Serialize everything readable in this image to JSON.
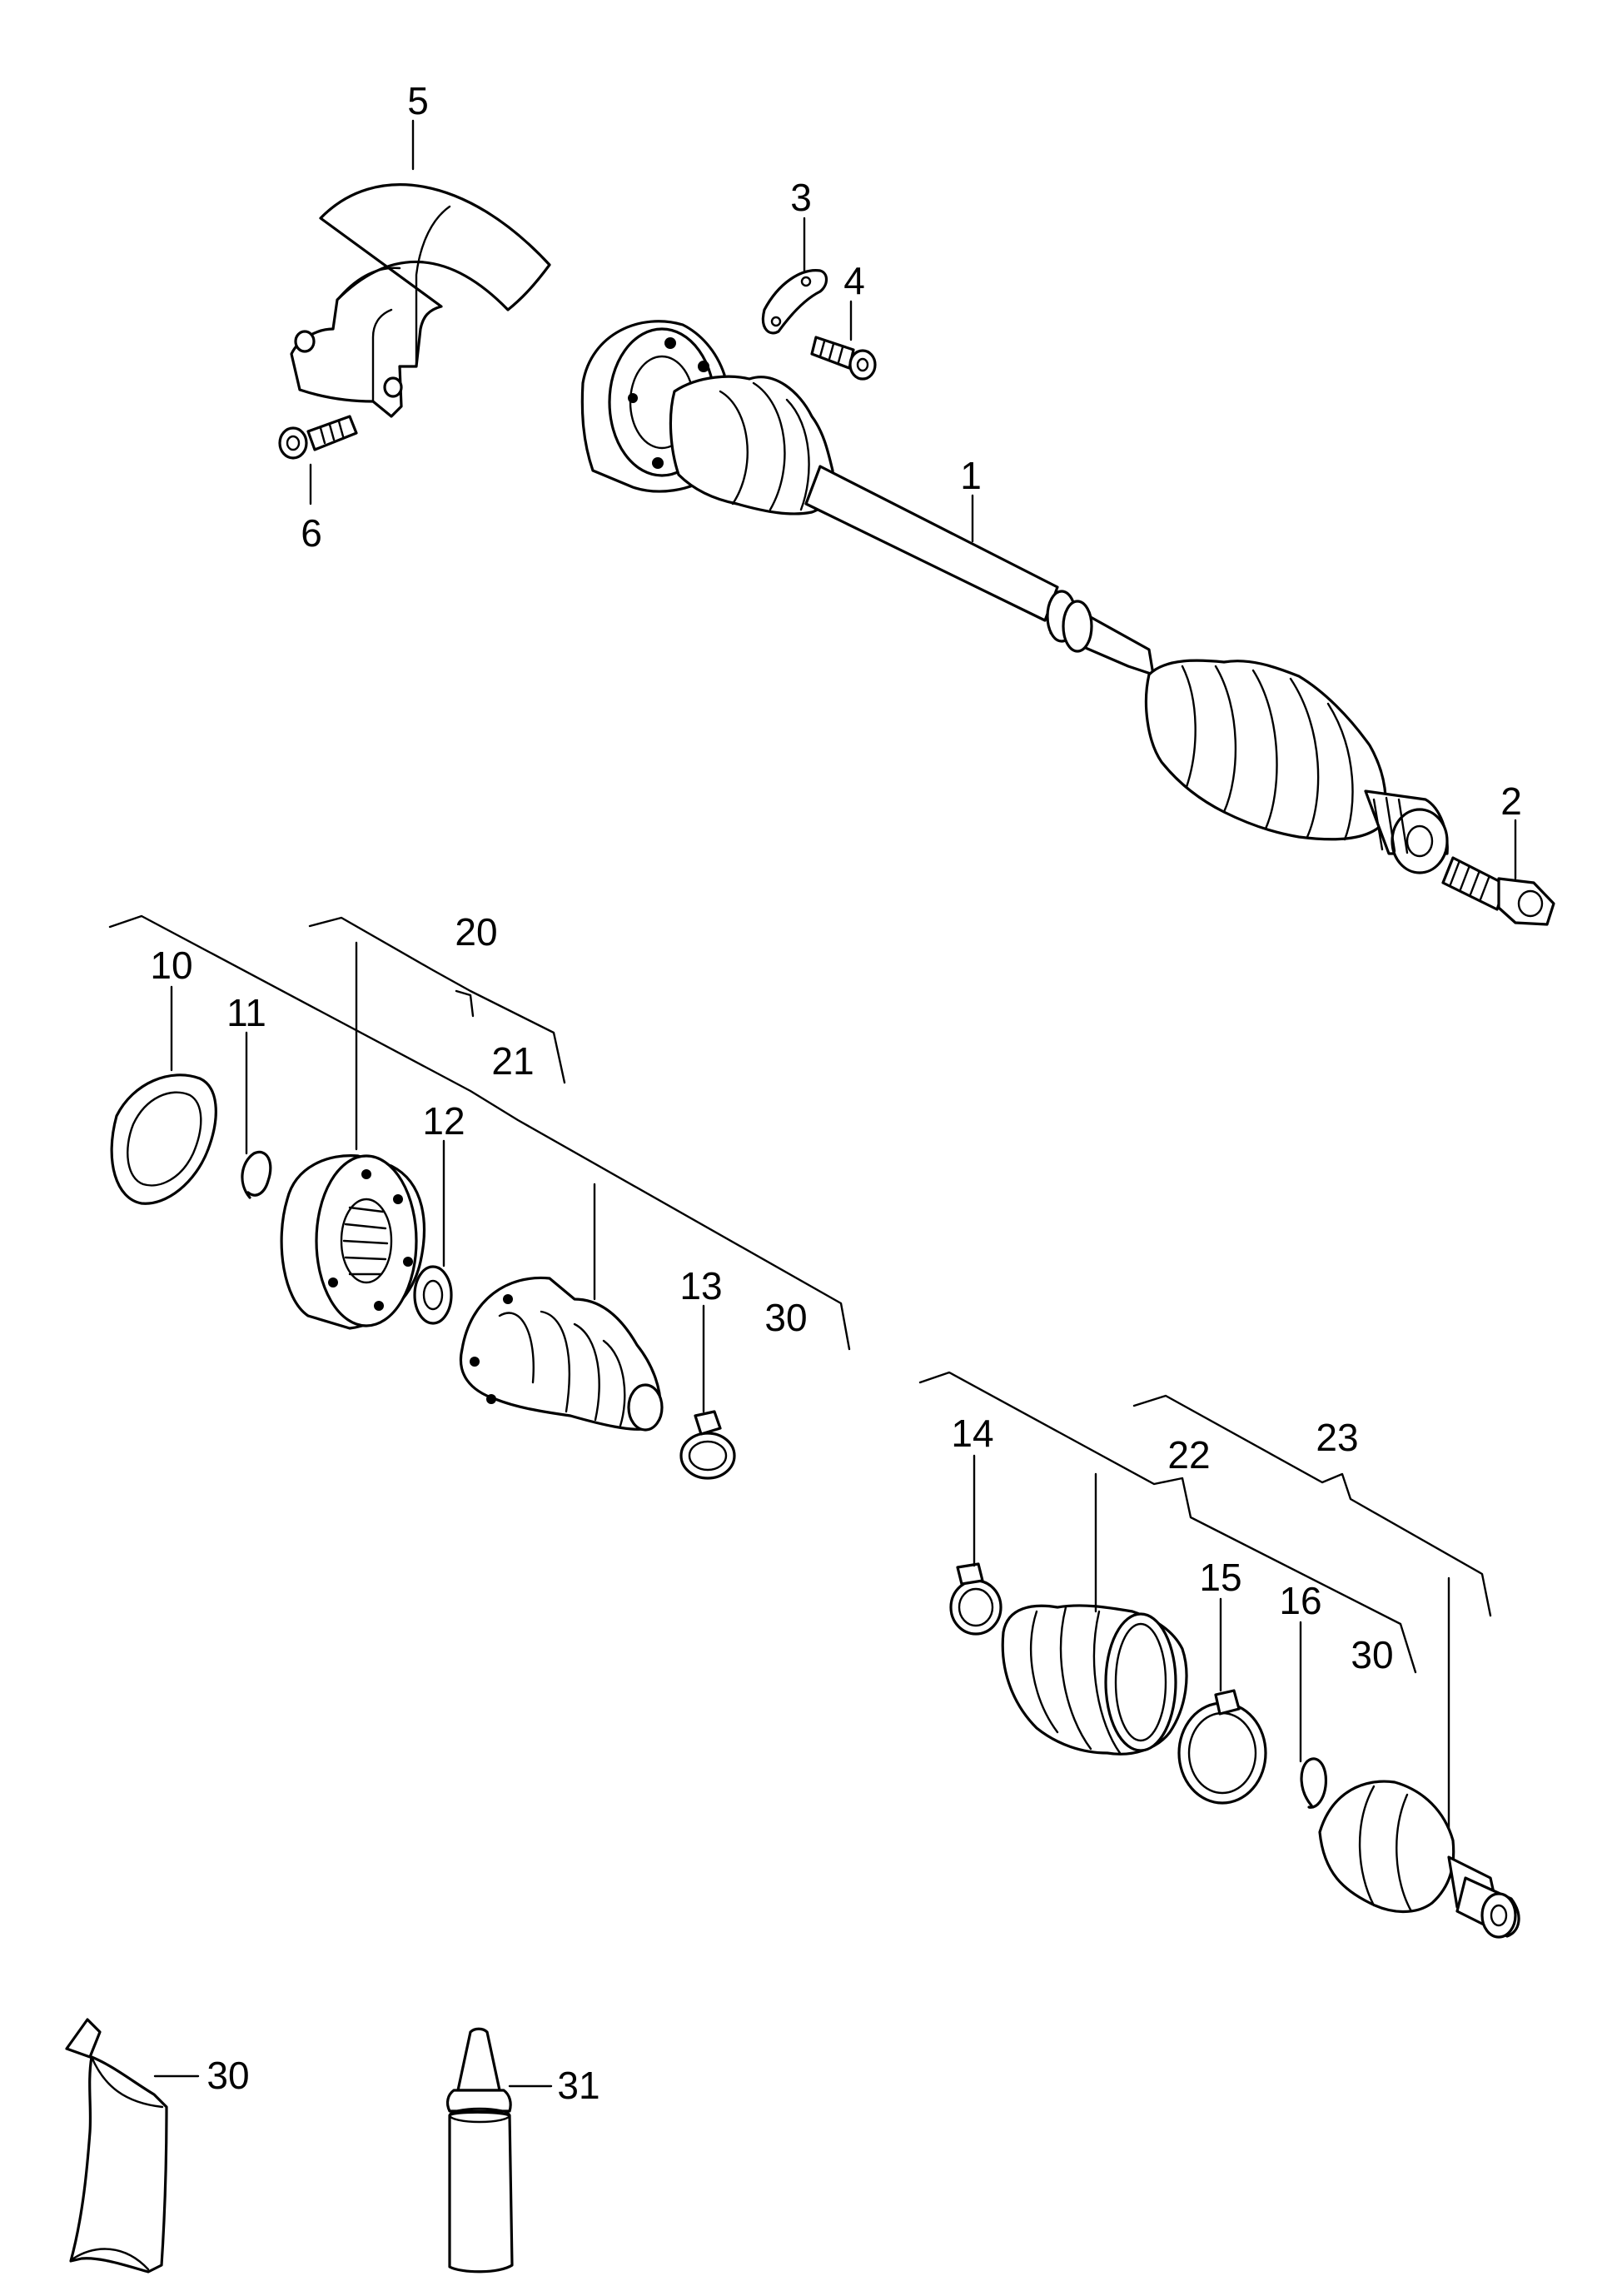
{
  "diagram": {
    "type": "exploded parts diagram",
    "subject": "drive shaft assembly with CV joints, boots and clamps",
    "callouts": [
      {
        "id": "c1",
        "label": "1"
      },
      {
        "id": "c2",
        "label": "2"
      },
      {
        "id": "c3",
        "label": "3"
      },
      {
        "id": "c4",
        "label": "4"
      },
      {
        "id": "c5",
        "label": "5"
      },
      {
        "id": "c6",
        "label": "6"
      },
      {
        "id": "c10",
        "label": "10"
      },
      {
        "id": "c11",
        "label": "11"
      },
      {
        "id": "c12",
        "label": "12"
      },
      {
        "id": "c13",
        "label": "13"
      },
      {
        "id": "c14",
        "label": "14"
      },
      {
        "id": "c15",
        "label": "15"
      },
      {
        "id": "c16",
        "label": "16"
      },
      {
        "id": "c20",
        "label": "20"
      },
      {
        "id": "c21",
        "label": "21"
      },
      {
        "id": "c22",
        "label": "22"
      },
      {
        "id": "c23",
        "label": "23"
      },
      {
        "id": "c30a",
        "label": "30"
      },
      {
        "id": "c30b",
        "label": "30"
      },
      {
        "id": "c30c",
        "label": "30"
      },
      {
        "id": "c31",
        "label": "31"
      }
    ]
  }
}
